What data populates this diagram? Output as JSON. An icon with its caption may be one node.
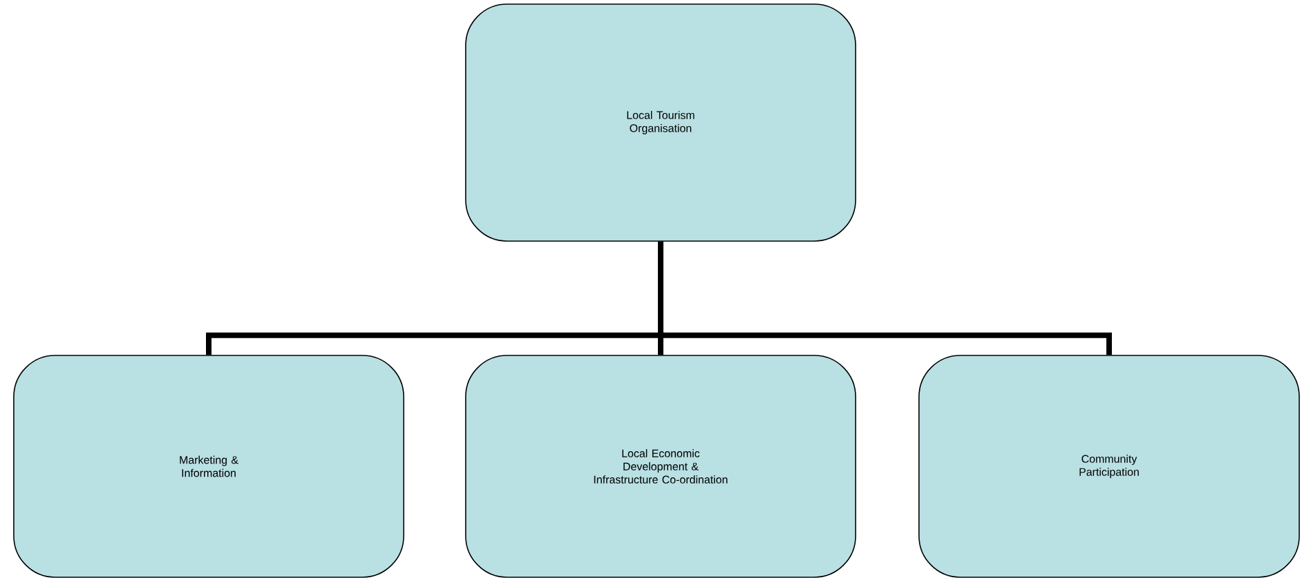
{
  "diagram": {
    "nodes": [
      {
        "text": [
          "Local Tourism Organisation"
        ]
      },
      {
        "text": [
          "Marketing & Information"
        ]
      },
      {
        "text": [
          "Local Economic Development & Infrastructure Co-ordination"
        ]
      },
      {
        "text": [
          "Community Participation"
        ]
      }
    ],
    "edges": [
      {
        "from": 0,
        "to": 1,
        "arrow": "none"
      },
      {
        "from": 0,
        "to": 2,
        "arrow": "none"
      },
      {
        "from": 0,
        "to": 3,
        "arrow": "none"
      }
    ]
  }
}
